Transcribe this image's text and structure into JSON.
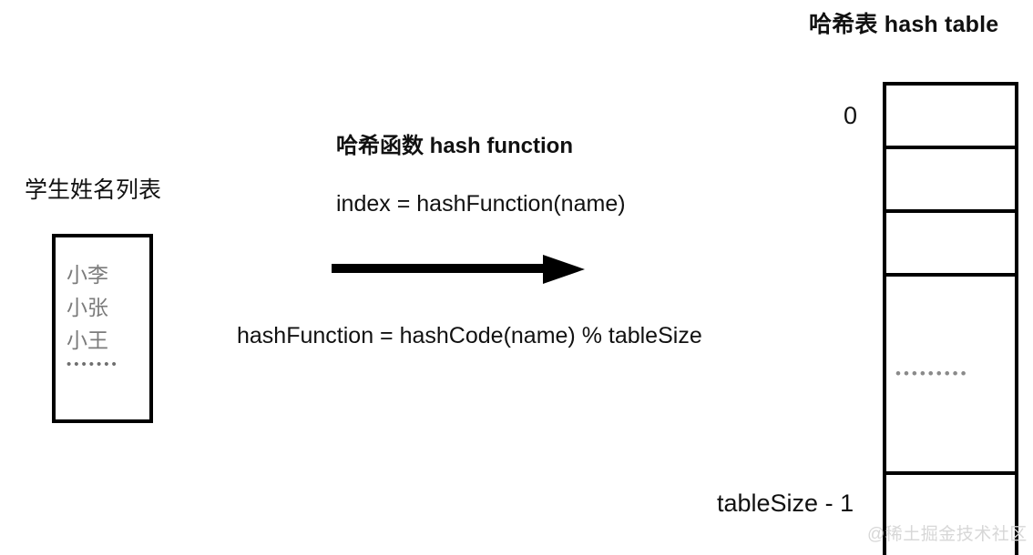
{
  "diagram": {
    "title_note": "hash table lookup flow",
    "background_color": "#ffffff",
    "stroke_color": "#000000"
  },
  "student_list": {
    "title": "学生姓名列表",
    "names": [
      "小李",
      "小张",
      "小王"
    ],
    "ellipsis": "•••••••",
    "text_color": "#7b7b7b"
  },
  "hash_function": {
    "title": "哈希函数 hash function",
    "index_formula": "index = hashFunction(name)",
    "hash_formula": "hashFunction = hashCode(name) % tableSize",
    "arrow_name": "right-arrow"
  },
  "hash_table": {
    "title": "哈希表 hash table",
    "first_index_label": "0",
    "last_index_label": "tableSize - 1",
    "cell_ellipsis": "•••••••••",
    "slots": [
      {
        "kind": "small",
        "dots": ""
      },
      {
        "kind": "small",
        "dots": ""
      },
      {
        "kind": "small",
        "dots": ""
      },
      {
        "kind": "tall",
        "dots": "•••••••••"
      },
      {
        "kind": "last",
        "dots": ""
      }
    ]
  },
  "watermark": {
    "text": "@稀土掘金技术社区",
    "color": "#d7d7d7"
  }
}
